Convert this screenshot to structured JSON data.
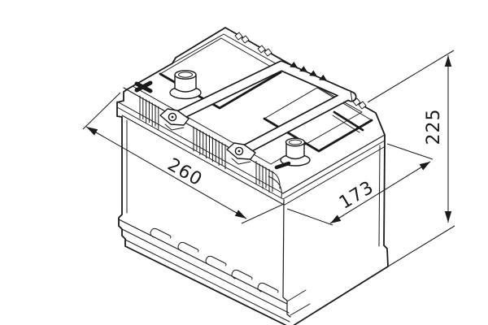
{
  "drawing": {
    "type": "technical-line-drawing",
    "view": "isometric",
    "colors": {
      "background": "#ffffff",
      "line": "#1a1a1a"
    },
    "dimensions": {
      "length": {
        "value": "260"
      },
      "depth": {
        "value": "173"
      },
      "height": {
        "value": "225"
      }
    },
    "terminal_marks": {
      "positive": "+",
      "negative": "−"
    }
  }
}
